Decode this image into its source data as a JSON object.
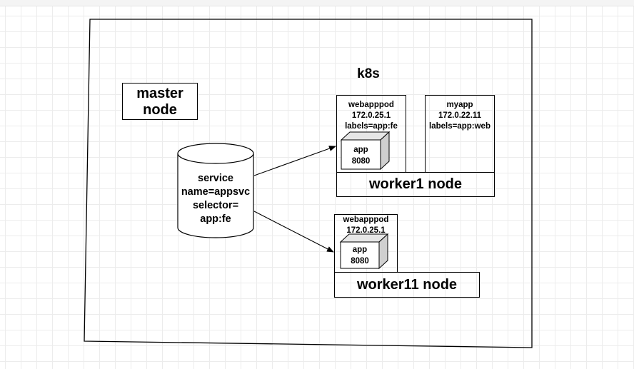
{
  "diagram": {
    "title": "k8s",
    "master": {
      "line1": "master",
      "line2": "node"
    },
    "service": {
      "line1": "service",
      "line2": "name=appsvc",
      "line3": "selector=",
      "line4": "app:fe"
    },
    "worker1": {
      "label": "worker1 node",
      "pod1": {
        "name": "webapppod",
        "ip": "172.0.25.1",
        "labels": "labels=app:fe",
        "container_name": "app",
        "container_port": "8080"
      },
      "pod2": {
        "name": "myapp",
        "ip": "172.0.22.11",
        "labels": "labels=app:web"
      }
    },
    "worker11": {
      "label": "worker11 node",
      "pod": {
        "name": "webapppod",
        "ip": "172.0.25.1",
        "container_name": "app",
        "container_port": "8080"
      }
    }
  },
  "colors": {
    "stroke": "#000000",
    "cube_top": "#e6e6e6",
    "cube_side": "#cfcfcf",
    "grid": "#ececec"
  }
}
